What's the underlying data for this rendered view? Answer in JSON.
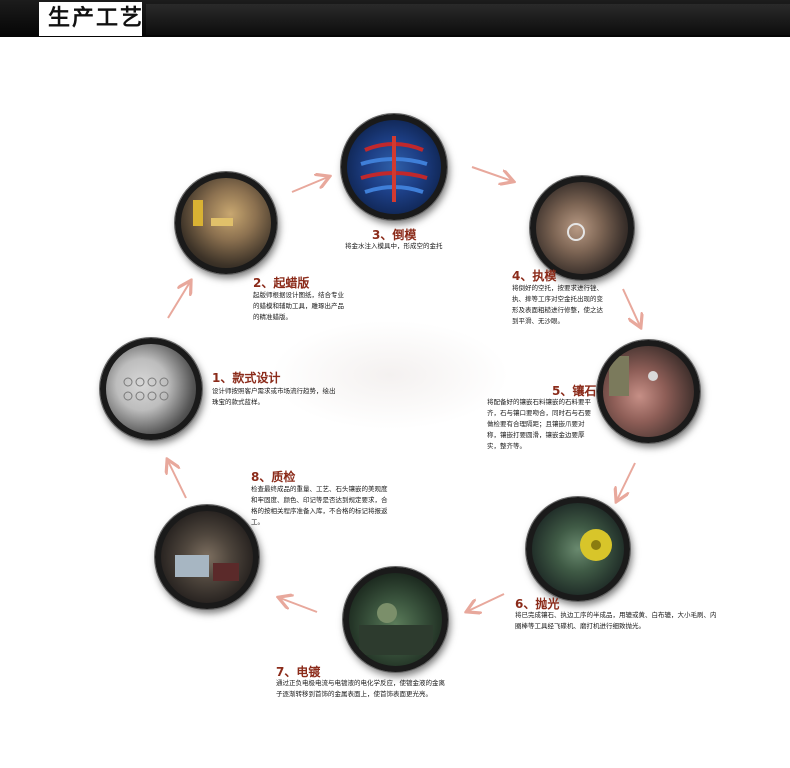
{
  "header": {
    "title": "生产工艺"
  },
  "steps": [
    {
      "title": "1、款式设计",
      "desc": "设计师按照客户需求或市场流行趋势，绘出珠宝的款式蓝样。"
    },
    {
      "title": "2、起蜡版",
      "desc": "起版师根据设计图纸，结合专业的蜡模和辅助工具，雕琢出产品的精准蜡版。"
    },
    {
      "title": "3、倒模",
      "desc": "将金水注入模具中，形成空的金托"
    },
    {
      "title": "4、执模",
      "desc": "将倒好的空托，按要求进行锉、执、摔等工序对空金托出现的变形及表面粗糙进行修整，使之达到平滑、无沙眼。"
    },
    {
      "title": "5、镶石",
      "desc": "将配备好的镶嵌石料镶嵌的石料要平齐，石与镶口要吻合，同时石与石要做检要有合理隔距；且镶嵌爪要对称，镶嵌打要圆滑，镶嵌金边要厚实，整齐等。"
    },
    {
      "title": "6、抛光",
      "desc": "将已完成镶石、执边工序的半成品，用辘或黄、白布辘，大小毛刷、内圈棒等工具经飞碟机、磨打机进行细致抛光。"
    },
    {
      "title": "7、电镀",
      "desc": "通过正负电极电流与电镀液的电化学反应，使镀金液的金离子逐渐转移到首饰的金属表面上，使首饰表面更光亮。"
    },
    {
      "title": "8、质检",
      "desc": "检查最终成品的重量、工艺、石头镶嵌的美观度和牢固度、颜色、印记等是否达到规定要求，合格的按相关程序准备入库，不合格的标记将报返工。"
    }
  ]
}
